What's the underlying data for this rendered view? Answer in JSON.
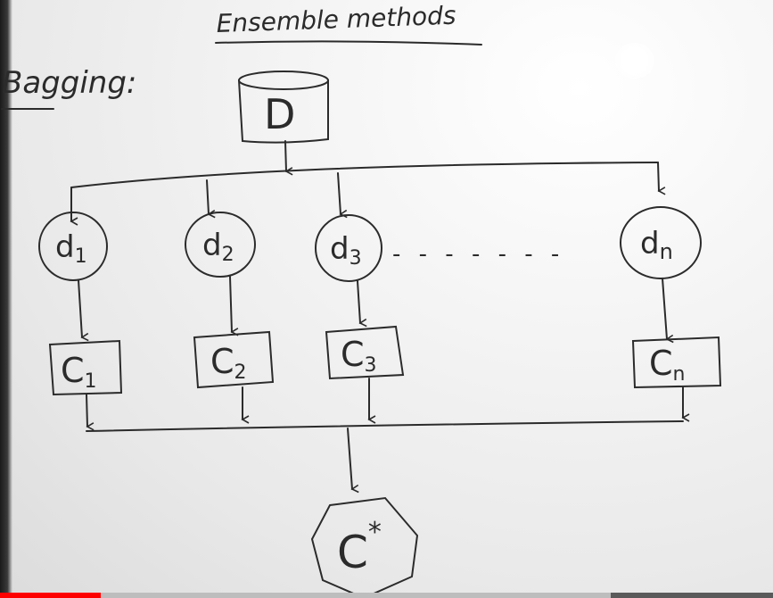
{
  "board": {
    "title": "Ensemble methods",
    "heading": "Bagging:",
    "dataset": "D",
    "dots": "- - - - - - -",
    "samples": [
      {
        "letter": "d",
        "sub": "1"
      },
      {
        "letter": "d",
        "sub": "2"
      },
      {
        "letter": "d",
        "sub": "3"
      },
      {
        "letter": "d",
        "sub": "n"
      }
    ],
    "classifiers": [
      {
        "letter": "C",
        "sub": "1"
      },
      {
        "letter": "C",
        "sub": "2"
      },
      {
        "letter": "C",
        "sub": "3"
      },
      {
        "letter": "C",
        "sub": "n"
      }
    ],
    "combined": {
      "letter": "C",
      "sup": "*"
    }
  },
  "player": {
    "progress_fraction": 0.13,
    "buffered_fraction": 0.79,
    "played_color": "#ff0000"
  },
  "colors": {
    "ink": "#2b2b2b",
    "board": "#f1f1f1"
  }
}
